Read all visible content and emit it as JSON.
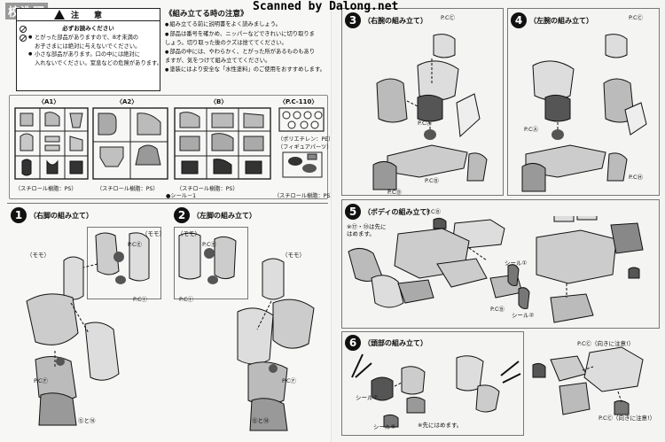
{
  "watermark": "校洗団",
  "scanned_by": "Scanned by Dalong.net",
  "caution": {
    "heading": "注　意",
    "subheading": "必ずお読みください",
    "lines": [
      "とがった部品がありますので、8才未満の",
      "お子さまには絶対に与えないでください。",
      "小さな部品があります。口の中には絶対に",
      "入れないでください。窒息などの危険があります。"
    ]
  },
  "notes": {
    "title": "《組み立てる時の注意》",
    "lines": [
      "組み立てる前に説明書をよく読みましょう。",
      "部品は番号を確かめ、ニッパーなどできれいに切り取りま",
      "しょう。切り取った後のクズは捨ててください。",
      "部品の中には、やわらかく、とがった所があるものもあり",
      "ますが、気をつけて組み立ててください。",
      "塗装にはより安全な「水性塗料」のご使用をおすすめします。"
    ]
  },
  "runners": {
    "a1": {
      "label": "〈A1〉",
      "material": "（スチロール樹脂：PS）"
    },
    "a2": {
      "label": "〈A2〉",
      "material": "（スチロール樹脂：PS）"
    },
    "b": {
      "label": "〈B〉",
      "material": "（スチロール樹脂：PS）"
    },
    "pc": {
      "label": "〈P.C-110〉",
      "material_pe": "（ポリエチレン：PE）",
      "figure": "（フィギュアパーツ）",
      "material": "（スチロール樹脂：PS）"
    },
    "seal": "●シール－1"
  },
  "steps": {
    "s1": {
      "num": "1",
      "title": "（右脚の組み立て）",
      "labels": [
        "（モモ）",
        "（モモ）",
        "P.CⒺ",
        "P.CⒾ",
        "P.CⒻ",
        "Ⓖと⑭"
      ]
    },
    "s2": {
      "num": "2",
      "title": "（左脚の組み立て）",
      "labels": [
        "（モモ）",
        "（モモ）",
        "P.CⒺ",
        "P.CⒾ",
        "P.CⒻ",
        "Ⓖと⑭"
      ]
    },
    "s3": {
      "num": "3",
      "title": "（右腕の組み立て）",
      "labels": [
        "P.CⒸ",
        "P.CⒶ",
        "P.CⒷ",
        "P.CⒹ"
      ]
    },
    "s4": {
      "num": "4",
      "title": "（左腕の組み立て）",
      "labels": [
        "P.CⒸ",
        "P.CⒶ",
        "P.CⒽ"
      ]
    },
    "s5": {
      "num": "5",
      "title": "（ボディの組み立て）",
      "note": "※⑰・⑱は先にはめます。",
      "labels": [
        "P.CⒷ",
        "シール①",
        "シール②",
        "P.CⒷ"
      ]
    },
    "s6": {
      "num": "6",
      "title": "（頭部の組み立て）",
      "note": "※先にはめます。",
      "labels": [
        "シール⑦",
        "シール⑧",
        "P.CⒸ（向きに注意!）",
        "P.CⒸ（向きに注意!）"
      ]
    }
  }
}
